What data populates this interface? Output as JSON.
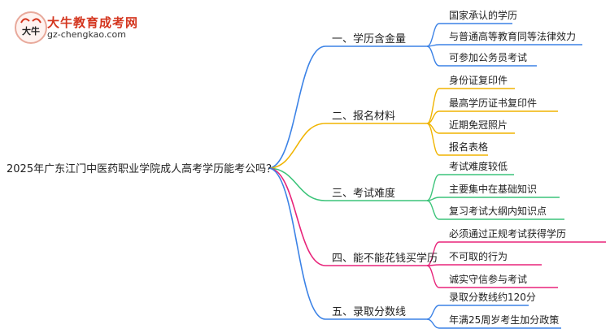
{
  "logo": {
    "name": "大牛教育成考网",
    "url": "gz-chengkao.com",
    "mark_text": "大牛"
  },
  "root": {
    "label": "2025年广东江门中医药职业学院成人高考学历能考公吗？"
  },
  "branches": [
    {
      "label": "一、学历含金量",
      "color": "#3b82e6",
      "leaves": [
        "国家承认的学历",
        "与普通高等教育同等法律效力",
        "可参加公务员考试"
      ]
    },
    {
      "label": "二、报名材料",
      "color": "#f0b400",
      "leaves": [
        "身份证复印件",
        "最高学历证书复印件",
        "近期免冠照片",
        "报名表格"
      ]
    },
    {
      "label": "三、考试难度",
      "color": "#3cc47a",
      "leaves": [
        "考试难度较低",
        "主要集中在基础知识",
        "复习考试大纲内知识点"
      ]
    },
    {
      "label": "四、能不能花钱买学历",
      "color": "#e8247a",
      "leaves": [
        "必须通过正规考试获得学历",
        "不可取的行为",
        "诚实守信参与考试"
      ]
    },
    {
      "label": "五、录取分数线",
      "color": "#3b82e6",
      "leaves": [
        "录取分数线约120分",
        "年满25周岁考生加分政策"
      ]
    }
  ],
  "colors": {
    "root_line": "#3b82e6"
  }
}
